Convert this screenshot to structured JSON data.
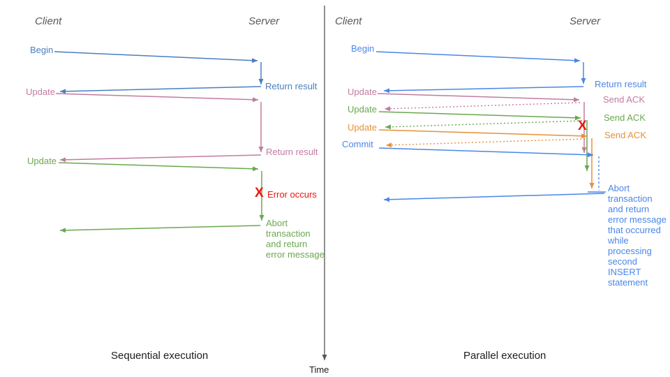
{
  "colors": {
    "blue_left": "#4a7ec0",
    "blue_right": "#4a86e8",
    "pink": "#c27ba0",
    "green": "#6aa84f",
    "orange": "#e69138",
    "red": "#e8150c",
    "header_gray": "#595959",
    "axis_gray": "#555555"
  },
  "time_axis": {
    "label": "Time"
  },
  "left_panel": {
    "caption": "Sequential execution",
    "client_label": "Client",
    "server_label": "Server",
    "labels": {
      "begin": "Begin",
      "return_result_1": "Return result",
      "update_1": "Update",
      "return_result_2": "Return result",
      "update_2": "Update",
      "error_x": "X",
      "error_occurs": "Error occurs",
      "abort": "Abort\ntransaction\nand return\nerror message"
    }
  },
  "right_panel": {
    "caption": "Parallel execution",
    "client_label": "Client",
    "server_label": "Server",
    "labels": {
      "begin": "Begin",
      "return_result": "Return result",
      "update_1": "Update",
      "send_ack_1": "Send ACK",
      "update_2": "Update",
      "send_ack_2": "Send ACK",
      "update_3": "Update",
      "send_ack_3": "Send ACK",
      "commit": "Commit",
      "error_x": "X",
      "abort": "Abort\ntransaction\nand return\nerror message\nthat occurred\nwhile\nprocessing\nsecond\nINSERT\nstatement"
    }
  }
}
